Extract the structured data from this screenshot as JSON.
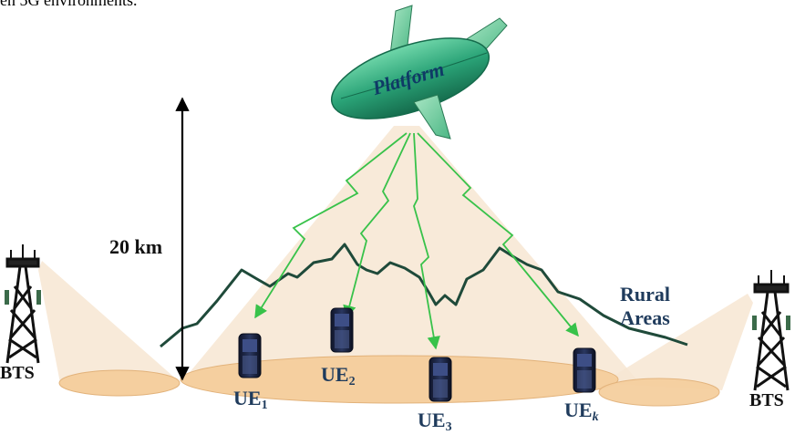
{
  "caption_top": "en 5G environments.",
  "platform": {
    "label": "Platform"
  },
  "altitude": {
    "label": "20 km"
  },
  "bts": {
    "left_label": "BTS",
    "right_label": "BTS"
  },
  "region": {
    "label_line1": "Rural",
    "label_line2": "Areas"
  },
  "ues": [
    {
      "base": "UE",
      "sub": "1"
    },
    {
      "base": "UE",
      "sub": "2"
    },
    {
      "base": "UE",
      "sub": "3"
    },
    {
      "base": "UE",
      "sub": "k"
    }
  ],
  "colors": {
    "beam_fill": "#f7e6d2",
    "footprint_fill": "#f5cf9f",
    "link_arrow": "#38c24a",
    "mountain_line": "#1f4a3a",
    "platform_body": "#2aa377",
    "text_navy": "#1f3b5c"
  }
}
